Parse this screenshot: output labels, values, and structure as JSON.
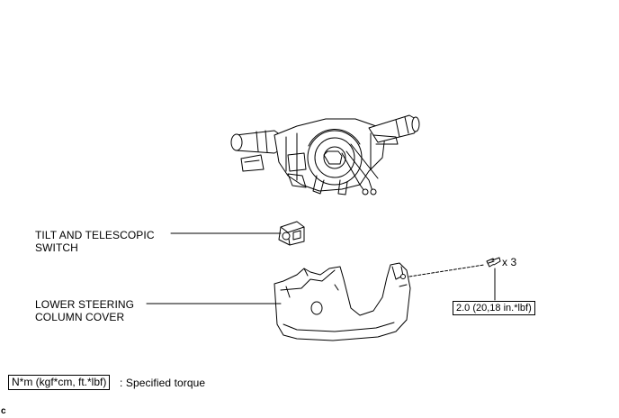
{
  "labels": {
    "tilt_switch_line1": "TILT  AND TELESCOPIC",
    "tilt_switch_line2": "SWITCH",
    "lower_cover_line1": "LOWER STEERING",
    "lower_cover_line2": "COLUMN COVER",
    "screw_count": "x 3",
    "torque_value": "2.0 (20,18 in.*lbf)"
  },
  "legend": {
    "unit_box": "N*m (kgf*cm, ft.*lbf)",
    "description": ": Specified torque"
  },
  "corner_mark": "c"
}
